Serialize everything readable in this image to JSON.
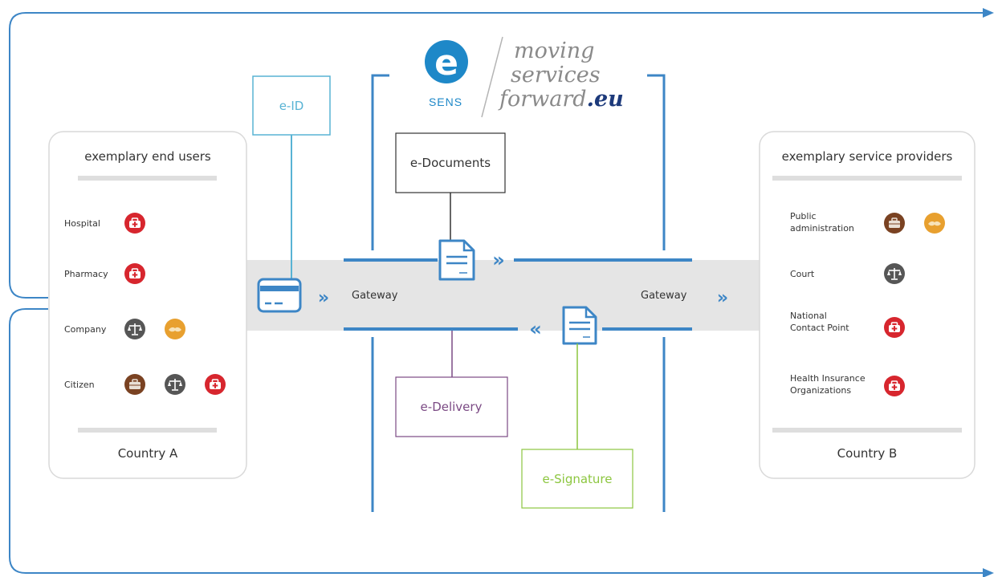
{
  "logo": {
    "brand": "SENS",
    "mark_letter": "e",
    "tagline_lines": [
      "moving",
      "services",
      "forward"
    ],
    "tagline_suffix": ".eu"
  },
  "end_users_panel": {
    "title": "exemplary end users",
    "footer": "Country A",
    "items": [
      {
        "label": "Hospital",
        "icons": [
          "health-icon"
        ]
      },
      {
        "label": "Pharmacy",
        "icons": [
          "health-icon"
        ]
      },
      {
        "label": "Company",
        "icons": [
          "justice-scale-icon",
          "handshake-icon"
        ]
      },
      {
        "label": "Citizen",
        "icons": [
          "briefcase-icon",
          "justice-scale-icon",
          "health-icon"
        ]
      }
    ]
  },
  "service_providers_panel": {
    "title": "exemplary service providers",
    "footer": "Country B",
    "items": [
      {
        "label_lines": [
          "Public",
          "administration"
        ],
        "icons": [
          "briefcase-icon",
          "handshake-icon"
        ]
      },
      {
        "label_lines": [
          "Court"
        ],
        "icons": [
          "justice-scale-icon"
        ]
      },
      {
        "label_lines": [
          "National",
          "Contact Point"
        ],
        "icons": [
          "health-icon"
        ]
      },
      {
        "label_lines": [
          "Health Insurance",
          "Organizations"
        ],
        "icons": [
          "health-icon"
        ]
      }
    ]
  },
  "building_blocks": {
    "eid": "e-ID",
    "edocuments": "e-Documents",
    "edelivery": "e-Delivery",
    "esignature": "e-Signature"
  },
  "gateways": {
    "left": "Gateway",
    "right": "Gateway"
  },
  "colors": {
    "blue": "#3d86c6",
    "band": "#e5e5e5",
    "eid": "#58b3d4",
    "edelivery": "#7b4a84",
    "esignature": "#8cc63f",
    "health_red": "#d7262e",
    "scale_grey": "#565656",
    "briefcase_brown": "#7a4222",
    "handshake_orange": "#e8a02f",
    "logo_blue": "#1e88c8",
    "tagline_grey": "#8a8a8a",
    "eu_navy": "#1d3a7b"
  }
}
